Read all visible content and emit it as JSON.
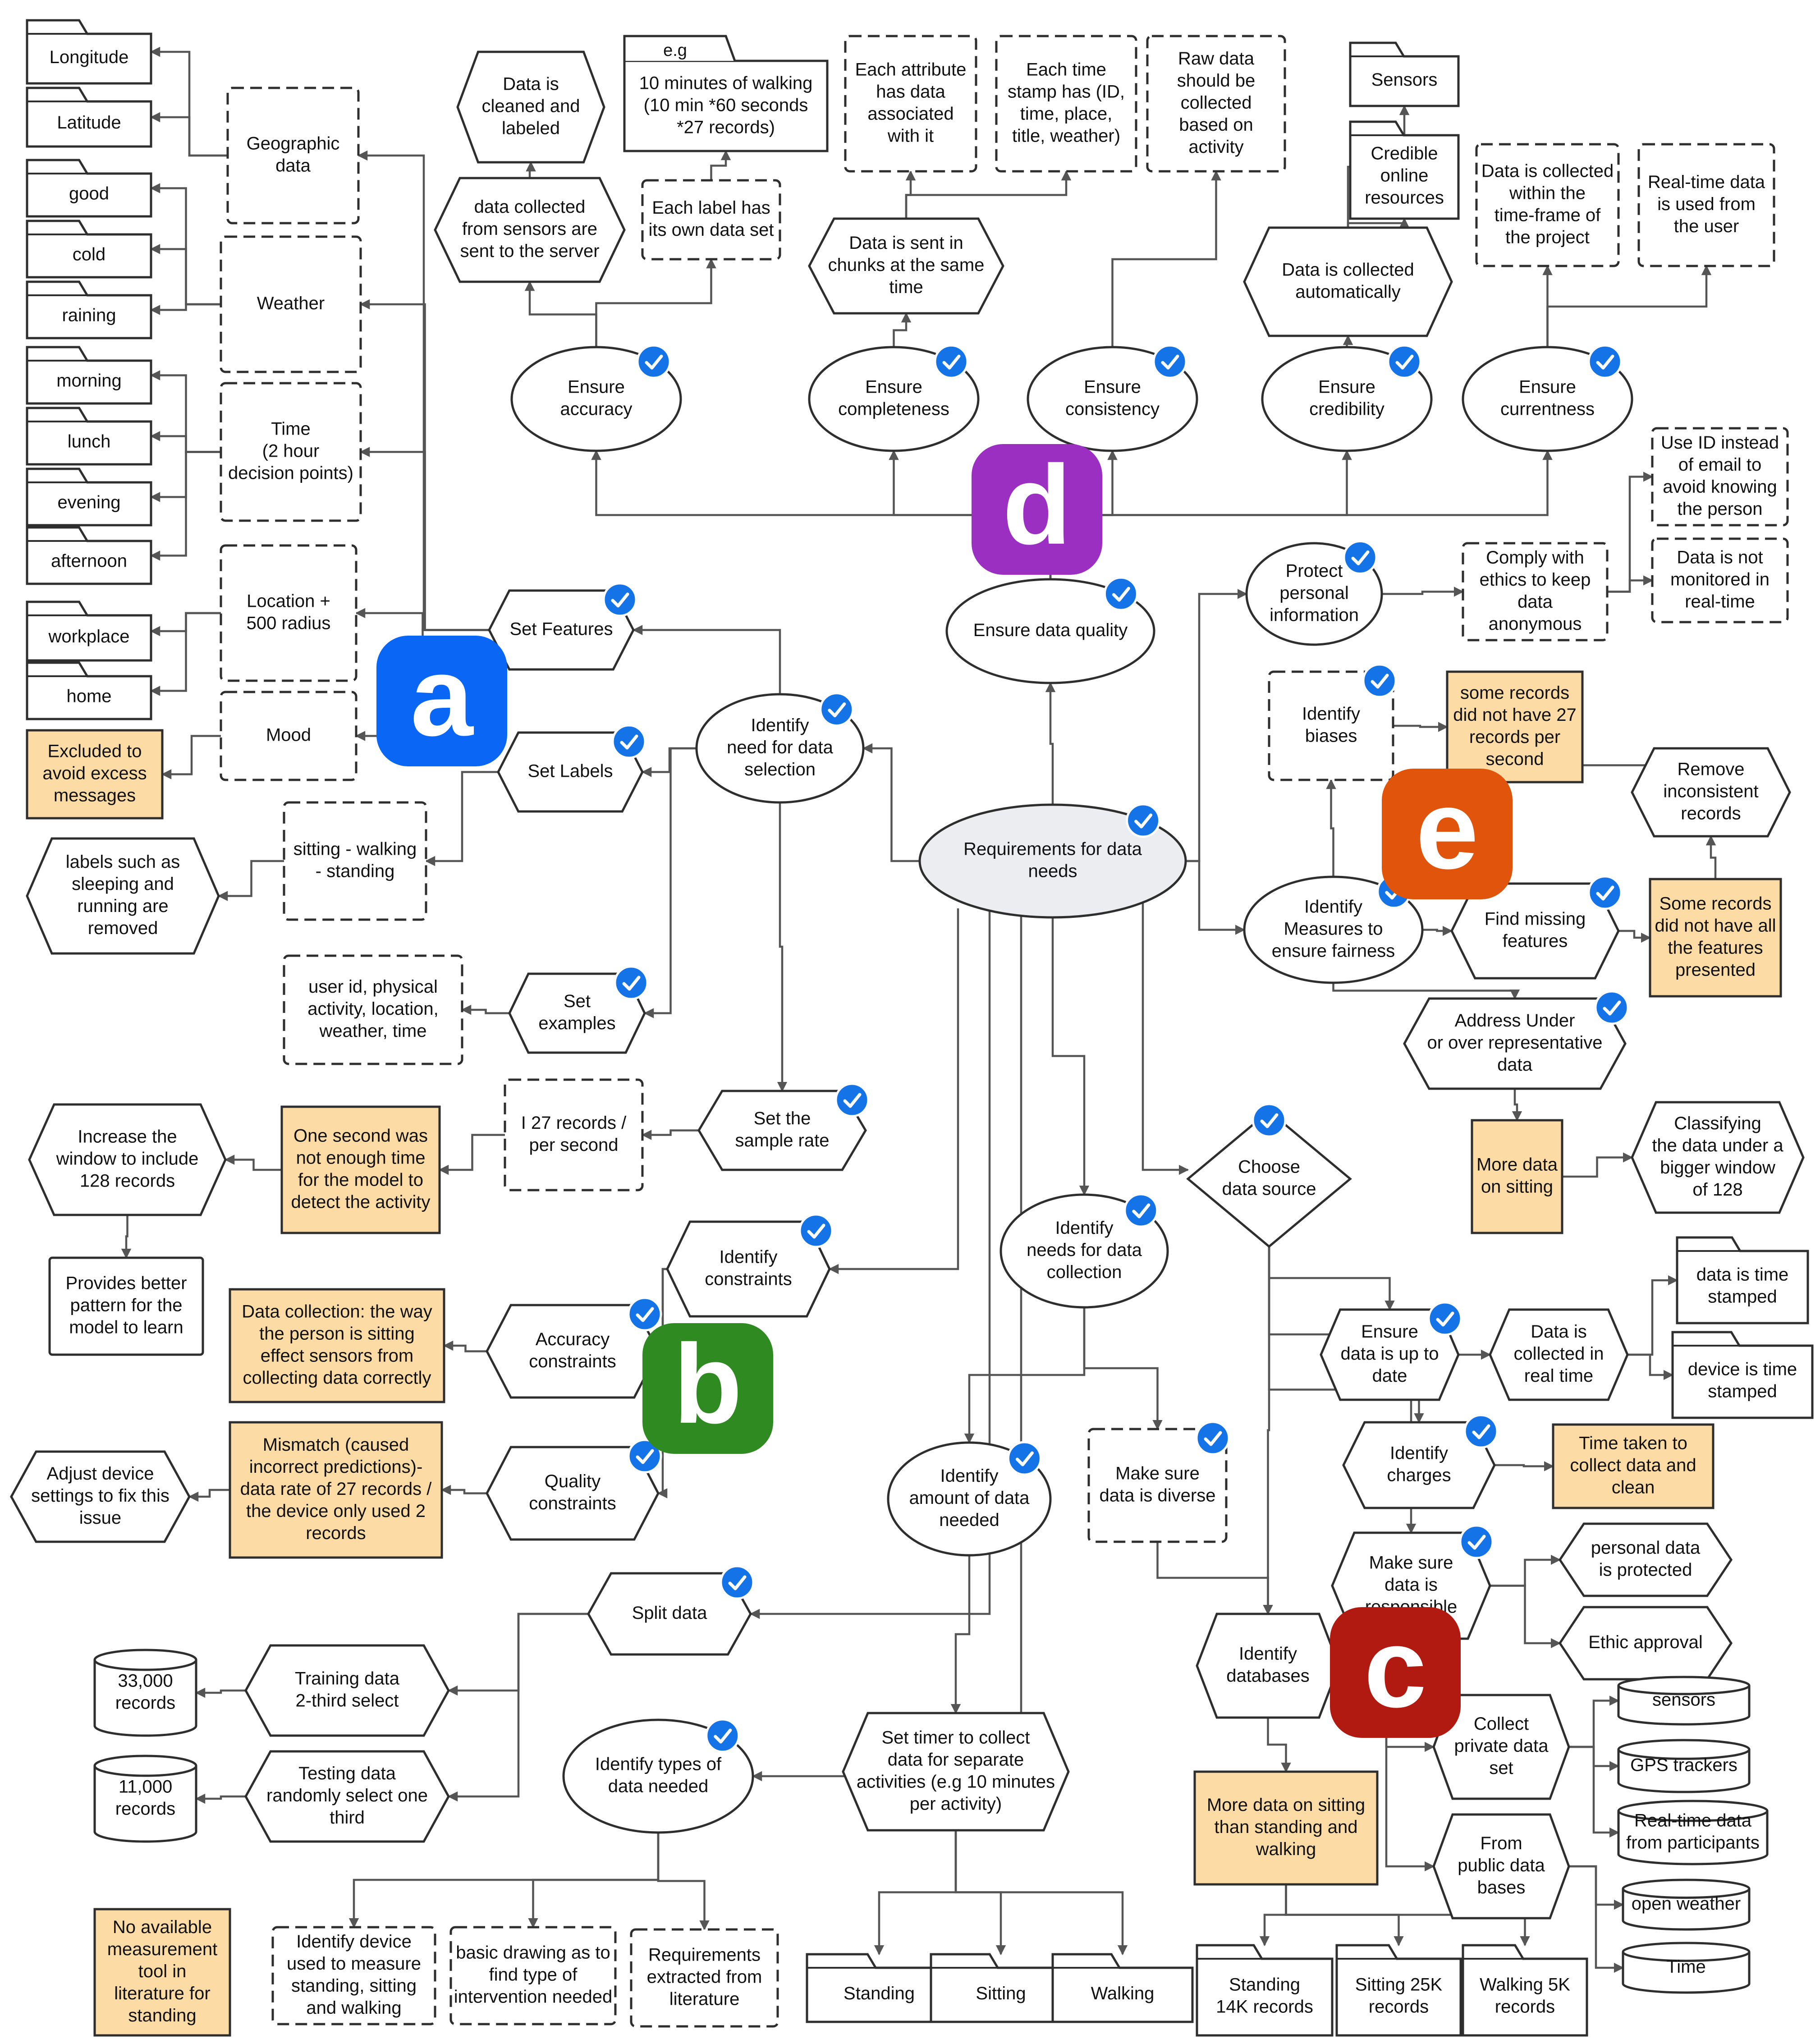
{
  "badges": {
    "a": {
      "letter": "a",
      "color": "#0a66f5"
    },
    "b": {
      "letter": "b",
      "color": "#2f8a22"
    },
    "c": {
      "letter": "c",
      "color": "#b01a10"
    },
    "d": {
      "letter": "d",
      "color": "#9a2fc2"
    },
    "e": {
      "letter": "e",
      "color": "#e0540b"
    }
  },
  "colors": {
    "highlight": "#fddba4",
    "root": "#ebedf0",
    "check": "#1473e6"
  },
  "nodes": {
    "root": {
      "text": "Requirements for data\nneeds"
    },
    "need_sel": {
      "text": "Identify\nneed for data\nselection"
    },
    "set_features": {
      "text": "Set Features"
    },
    "set_labels": {
      "text": "Set Labels"
    },
    "set_examples": {
      "text": "Set\nexamples"
    },
    "sample_rate": {
      "text": "Set the\nsample rate"
    },
    "geo": {
      "text": "Geographic\ndata"
    },
    "weather": {
      "text": "Weather"
    },
    "time": {
      "text": "Time\n(2 hour\ndecision points)"
    },
    "location": {
      "text": "Location +\n500 radius"
    },
    "mood": {
      "text": "Mood"
    },
    "longitude": {
      "text": "Longitude"
    },
    "latitude": {
      "text": "Latitude"
    },
    "good": {
      "text": "good"
    },
    "cold": {
      "text": "cold"
    },
    "raining": {
      "text": "raining"
    },
    "morning": {
      "text": "morning"
    },
    "lunch": {
      "text": "lunch"
    },
    "evening": {
      "text": "evening"
    },
    "afternoon": {
      "text": "afternoon"
    },
    "workplace": {
      "text": "workplace"
    },
    "home": {
      "text": "home"
    },
    "excluded": {
      "text": "Excluded to\navoid excess\nmessages"
    },
    "sitting_walking": {
      "text": "sitting - walking\n- standing"
    },
    "labels_removed": {
      "text": "labels such as\nsleeping and\nrunning are\nremoved"
    },
    "user_id": {
      "text": "user id, physical\nactivity, location,\nweather, time"
    },
    "records_27": {
      "text": "I 27 records /\nper second"
    },
    "one_second": {
      "text": "One second was\nnot enough time\nfor the model to\ndetect the activity"
    },
    "increase_window": {
      "text": "Increase the\nwindow to include\n128 records"
    },
    "better_pattern": {
      "text": "Provides better\npattern for the\nmodel to learn"
    },
    "constraints": {
      "text": "Identify\nconstraints"
    },
    "accuracy_c": {
      "text": "Accuracy\nconstraints"
    },
    "quality_c": {
      "text": "Quality\nconstraints"
    },
    "data_collection_way": {
      "text": "Data collection: the  way\nthe person is sitting\neffect sensors from\ncollecting data correctly"
    },
    "mismatch": {
      "text": "Mismatch (caused\nincorrect predictions)-\ndata rate of 27 records /\nthe device only used 2\nrecords"
    },
    "adjust_device": {
      "text": "Adjust device\nsettings to fix this\nissue"
    },
    "split": {
      "text": "Split data"
    },
    "training": {
      "text": "Training data\n2-third select"
    },
    "testing": {
      "text": "Testing data\nrandomly select one\nthird"
    },
    "rec33": {
      "text": "33,000\nrecords"
    },
    "rec11": {
      "text": "11,000\nrecords"
    },
    "types": {
      "text": "Identify types of\ndata needed"
    },
    "device_used": {
      "text": "Identify device\nused to measure\nstanding, sitting\nand walking"
    },
    "basic_drawing": {
      "text": "basic drawing as to\nfind type of\nintervention needed"
    },
    "req_extracted": {
      "text": "Requirements\nextracted from\nliterature"
    },
    "no_tool": {
      "text": "No available\nmeasurement\ntool in\nliterature for\nstanding"
    },
    "needs_collection": {
      "text": "Identify\nneeds for data\ncollection"
    },
    "amount": {
      "text": "Identify\namount of data\nneeded"
    },
    "diverse": {
      "text": "Make sure\ndata is diverse"
    },
    "set_timer": {
      "text": "Set timer to collect\ndata for separate\nactivities (e.g 10 minutes\nper activity)"
    },
    "standing": {
      "text": "Standing"
    },
    "sitting": {
      "text": "Sitting"
    },
    "walking": {
      "text": "Walking"
    },
    "quality": {
      "text": "Ensure data quality"
    },
    "acc": {
      "text": "Ensure\naccuracy"
    },
    "comp": {
      "text": "Ensure\ncompleteness"
    },
    "cons": {
      "text": "Ensure\nconsistency"
    },
    "cred": {
      "text": "Ensure\ncredibility"
    },
    "curr": {
      "text": "Ensure\ncurrentness"
    },
    "cleaned": {
      "text": "Data is\ncleaned and\nlabeled"
    },
    "sent_server": {
      "text": "data collected\nfrom sensors are\nsent to the server"
    },
    "label_own": {
      "text": "Each label has\nits own data set"
    },
    "eg_10min": {
      "text": "10 minutes of walking\n(10 min *60 seconds\n*27 records)"
    },
    "eg_tab": {
      "text": "e.g"
    },
    "chunks": {
      "text": "Data is sent in\nchunks at the same\ntime"
    },
    "each_attr": {
      "text": "Each attribute\nhas data\nassociated\nwith it"
    },
    "each_time": {
      "text": "Each time\nstamp has (ID,\ntime, place,\ntitle, weather)"
    },
    "raw_data": {
      "text": "Raw data\nshould be\ncollected\nbased on\nactivity"
    },
    "auto": {
      "text": "Data is collected\nautomatically"
    },
    "sensors_f": {
      "text": "Sensors"
    },
    "credible_online": {
      "text": "Credible\nonline\nresources"
    },
    "within_time": {
      "text": "Data is collected\nwithin the\ntime-frame of\nthe project"
    },
    "realtime_user": {
      "text": "Real-time data\nis used from\nthe user"
    },
    "protect": {
      "text": "Protect\npersonal\ninformation"
    },
    "comply": {
      "text": "Comply with\nethics to keep\ndata\nanonymous"
    },
    "use_id": {
      "text": "Use ID instead\nof email to\navoid knowing\nthe person"
    },
    "not_monitored": {
      "text": "Data is not\nmonitored in\nreal-time"
    },
    "biases": {
      "text": "Identify\nbiases"
    },
    "some_27": {
      "text": "some records\ndid not have 27\nrecords per\nsecond"
    },
    "remove_incons": {
      "text": "Remove\ninconsistent\nrecords"
    },
    "fairness": {
      "text": "Identify\nMeasures to\nensure fairness"
    },
    "missing": {
      "text": "Find missing\nfeatures"
    },
    "some_features": {
      "text": "Some records\ndid not have all\nthe features\npresented"
    },
    "under_over": {
      "text": "Address Under\nor over representative\ndata"
    },
    "more_sitting": {
      "text": "More data\non sitting"
    },
    "classifying": {
      "text": "Classifying\nthe data under a\nbigger window\nof 128"
    },
    "choose_source": {
      "text": "Choose\ndata source"
    },
    "up_to_date": {
      "text": "Ensure\ndata is up to\ndate"
    },
    "realtime_collected": {
      "text": "Data is\ncollected in\nreal time"
    },
    "ts_data": {
      "text": "data is time\nstamped"
    },
    "ts_device": {
      "text": "device is time\nstamped"
    },
    "charges": {
      "text": "Identify\ncharges"
    },
    "time_taken": {
      "text": "Time taken to\ncollect data and\nclean"
    },
    "responsible": {
      "text": "Make sure\ndata is\nresponsible"
    },
    "personal_protected": {
      "text": "personal data\nis protected"
    },
    "ethic": {
      "text": "Ethic approval"
    },
    "databases": {
      "text": "Identify\ndatabases"
    },
    "more_on_sitting": {
      "text": "More data on sitting\nthan standing and\nwalking"
    },
    "standing_14k": {
      "text": "Standing\n14K records"
    },
    "sitting_25k": {
      "text": "Sitting 25K\nrecords"
    },
    "walking_5k": {
      "text": "Walking 5K\nrecords"
    },
    "private_set": {
      "text": "Collect\nprivate data\nset"
    },
    "public_db": {
      "text": "From\npublic data\nbases"
    },
    "sensors_c": {
      "text": "sensors"
    },
    "gps": {
      "text": "GPS trackers"
    },
    "realtime_part": {
      "text": "Real-time data\nfrom participants"
    },
    "open_weather": {
      "text": "open weather"
    },
    "time_c": {
      "text": "Time"
    }
  }
}
